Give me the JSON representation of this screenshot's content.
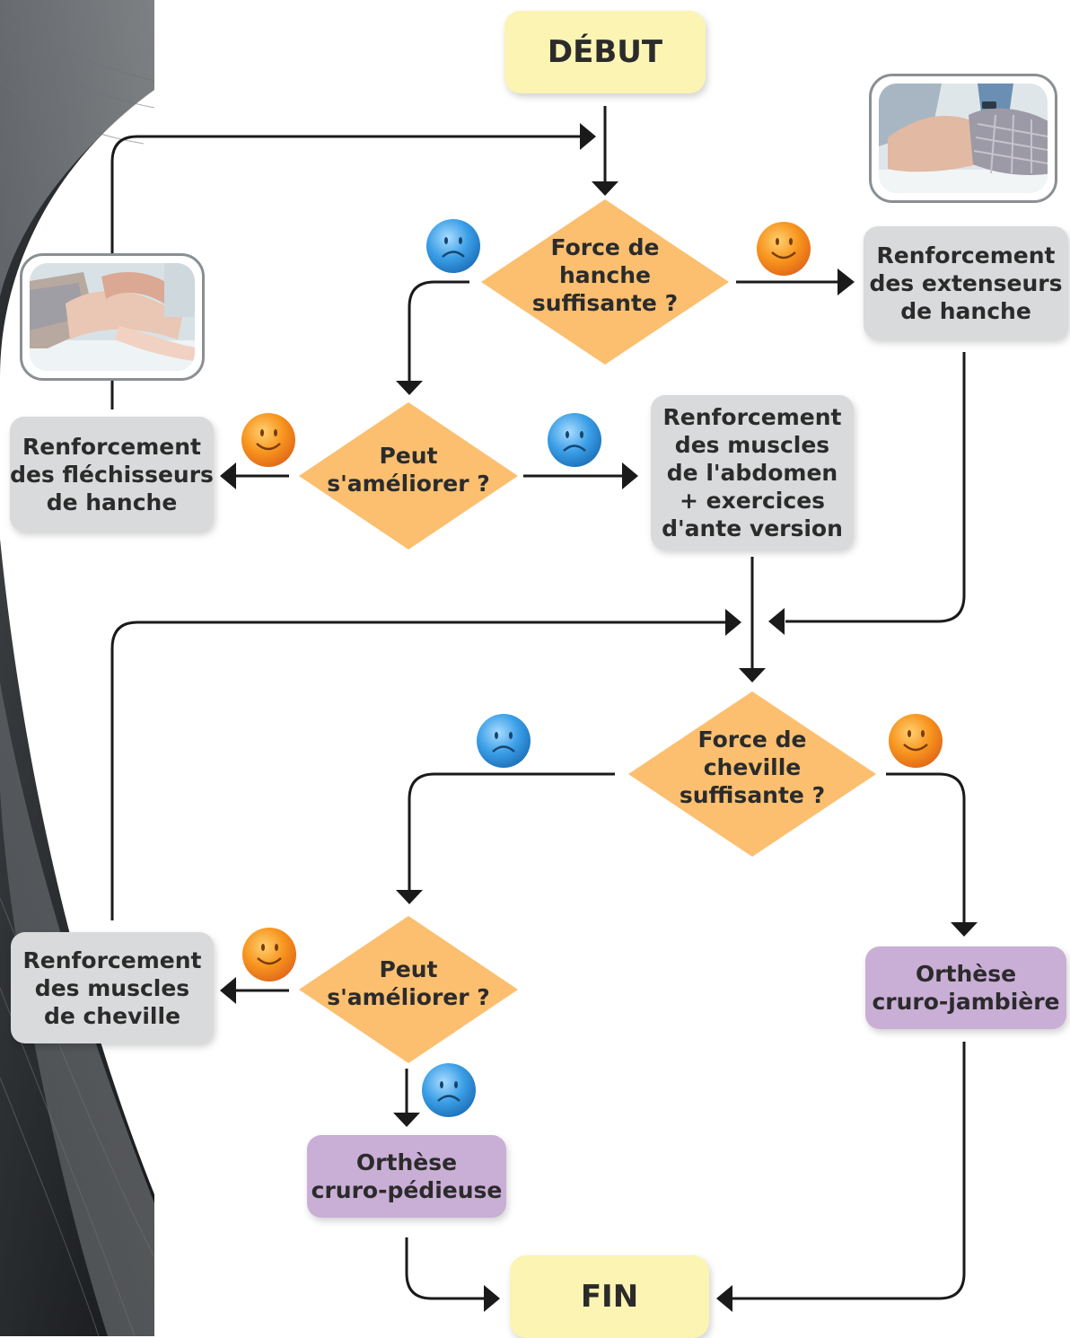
{
  "start": "DÉBUT",
  "end": "FIN",
  "decisions": {
    "hip_strength": "Force de\nhanche\nsuffisante ?",
    "hip_improve": "Peut\ns'améliorer ?",
    "ankle_strength": "Force de\ncheville\nsuffisante ?",
    "ankle_improve": "Peut\ns'améliorer ?"
  },
  "processes": {
    "hip_extensors": "Renforcement\ndes extenseurs\nde hanche",
    "hip_flexors": "Renforcement\ndes fléchisseurs\nde hanche",
    "abdominal": "Renforcement\ndes muscles\nde l'abdomen\n+ exercices\nd'ante version",
    "ankle_muscles": "Renforcement\ndes muscles\nde cheville"
  },
  "orthoses": {
    "cruro_jambiere": "Orthèse\ncruro-jambière",
    "cruro_pedieuse": "Orthèse\ncruro-pédieuse"
  },
  "colors": {
    "decision": "#fbbf6f",
    "process": "#d9dadb",
    "terminal": "#fbf4b3",
    "orthosis": "#c9aed6",
    "happy_face": "#f58a1f",
    "sad_face": "#2a8fd8",
    "arrow": "#1a1a1a"
  },
  "icons": {
    "yes": "happy-face-icon",
    "no": "sad-face-icon"
  }
}
